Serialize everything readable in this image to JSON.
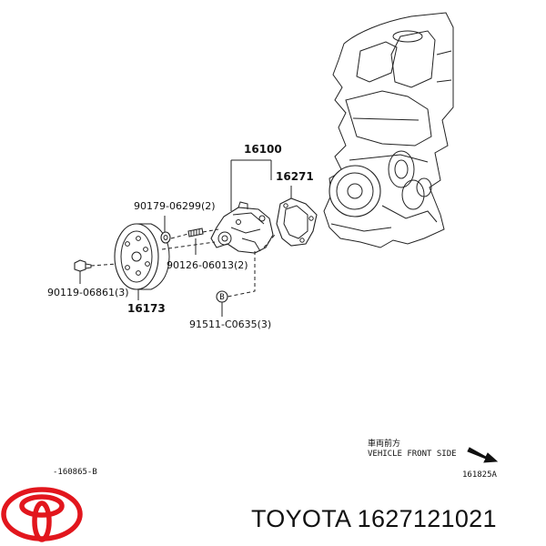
{
  "diagram": {
    "callouts": {
      "assembly": "16100",
      "gasket": "16271",
      "stud_nut": "90179-06299(2)",
      "stud_bolt": "90126-06013(2)",
      "pulley_bolt": "90119-06861(3)",
      "pulley": "16173",
      "circle_letter": "B",
      "bolt_b": "91511-C0635(3)"
    },
    "direction": {
      "japanese": "車両前方",
      "english": "VEHICLE FRONT SIDE"
    },
    "ref_left": "-160865-B",
    "ref_right": "161825A"
  },
  "footer": {
    "brand_text": "TOYOTA 1627121021",
    "logo_color": "#e2161d"
  }
}
